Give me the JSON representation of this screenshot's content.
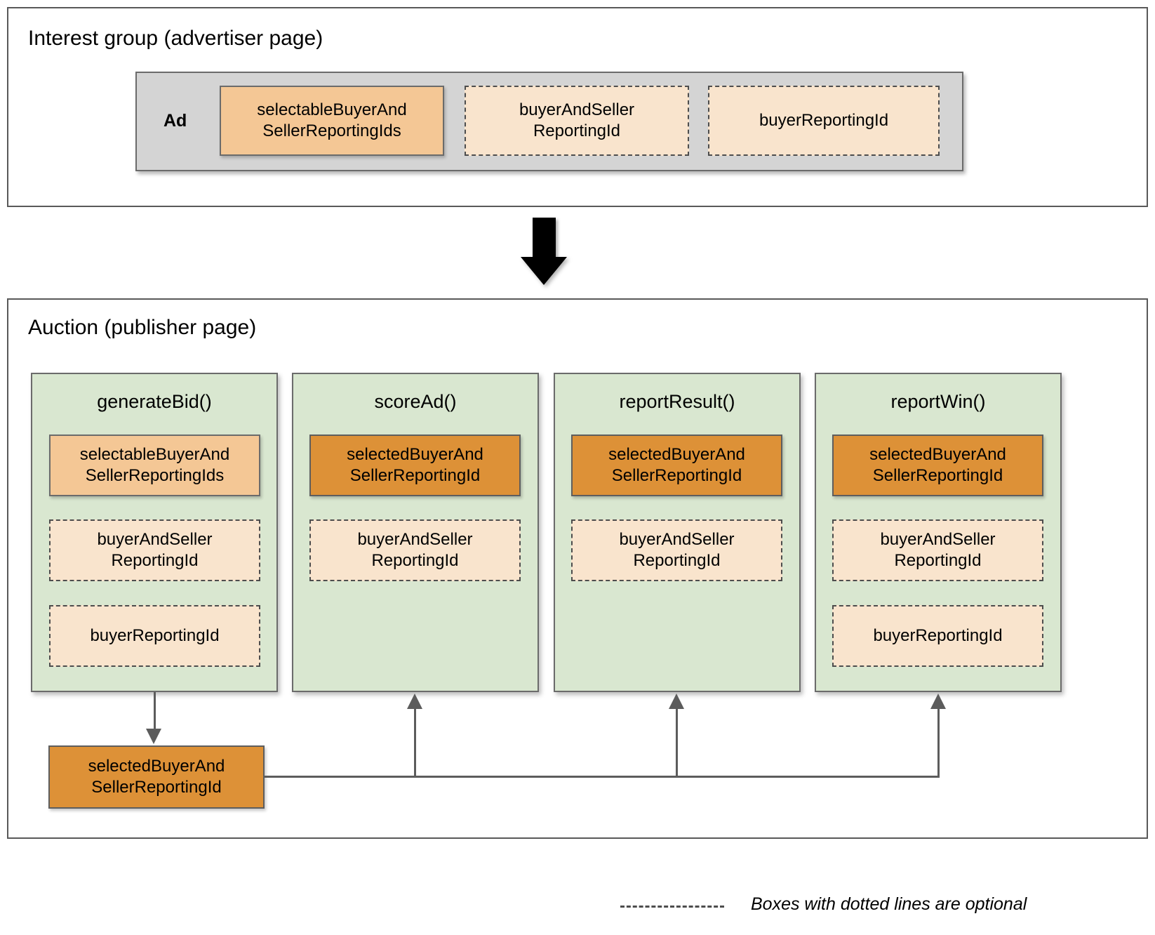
{
  "diagram": {
    "sections": [
      {
        "id": "interest-group",
        "title": "Interest group (advertiser page)",
        "ad": {
          "label": "Ad",
          "items": [
            {
              "text": "selectableBuyerAnd\nSellerReportingIds",
              "style": "selectable"
            },
            {
              "text": "buyerAndSeller\nReportingId",
              "style": "optional"
            },
            {
              "text": "buyerReportingId",
              "style": "optional"
            }
          ]
        }
      },
      {
        "id": "auction",
        "title": "Auction (publisher page)",
        "columns": [
          {
            "title": "generateBid()",
            "items": [
              {
                "text": "selectableBuyerAnd\nSellerReportingIds",
                "style": "selectable"
              },
              {
                "text": "buyerAndSeller\nReportingId",
                "style": "optional"
              },
              {
                "text": "buyerReportingId",
                "style": "optional"
              }
            ]
          },
          {
            "title": "scoreAd()",
            "items": [
              {
                "text": "selectedBuyerAnd\nSellerReportingId",
                "style": "selected"
              },
              {
                "text": "buyerAndSeller\nReportingId",
                "style": "optional"
              }
            ]
          },
          {
            "title": "reportResult()",
            "items": [
              {
                "text": "selectedBuyerAnd\nSellerReportingId",
                "style": "selected"
              },
              {
                "text": "buyerAndSeller\nReportingId",
                "style": "optional"
              }
            ]
          },
          {
            "title": "reportWin()",
            "items": [
              {
                "text": "selectedBuyerAnd\nSellerReportingId",
                "style": "selected"
              },
              {
                "text": "buyerAndSeller\nReportingId",
                "style": "optional"
              },
              {
                "text": "buyerReportingId",
                "style": "optional"
              }
            ]
          }
        ],
        "output_box": {
          "text": "selectedBuyerAnd\nSellerReportingId",
          "style": "selected"
        }
      }
    ],
    "legend": {
      "text": "Boxes with dotted lines are optional"
    },
    "colors": {
      "selectable_fill": "#f4c795",
      "selected_fill": "#dd9137",
      "optional_fill": "#f9e4cd",
      "function_panel_fill": "#d9e7d0",
      "ad_panel_fill": "#d4d4d4",
      "border": "#6b6b6b",
      "connector": "#5c5c5c",
      "transition_arrow": "#000000"
    }
  }
}
